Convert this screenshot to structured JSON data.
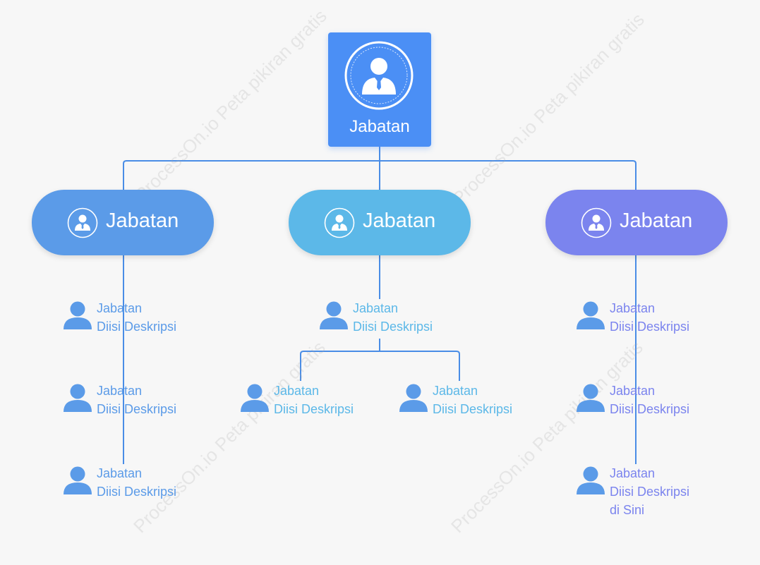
{
  "watermark": "ProcessOn.io Peta pikiran gratis",
  "colors": {
    "root": "#4b8ff5",
    "branch_left": "#5b9be8",
    "branch_center": "#5cb8e8",
    "branch_right": "#7b84ee",
    "connector": "#4a8de6",
    "leaf_icon": "#5b9be8",
    "text_left": "#5b9be8",
    "text_center": "#5cb8e8",
    "text_right": "#7b84ee"
  },
  "root": {
    "title": "Jabatan",
    "icon": "person-tie-icon"
  },
  "branches": [
    {
      "label": "Jabatan",
      "icon": "person-tie-icon"
    },
    {
      "label": "Jabatan",
      "icon": "person-tie-icon"
    },
    {
      "label": "Jabatan",
      "icon": "person-tie-icon"
    }
  ],
  "leaves": {
    "left": [
      {
        "title": "Jabatan",
        "desc": "Diisi Deskripsi"
      },
      {
        "title": "Jabatan",
        "desc": "Diisi Deskripsi"
      },
      {
        "title": "Jabatan",
        "desc": "Diisi Deskripsi"
      }
    ],
    "center": [
      {
        "title": "Jabatan",
        "desc": "Diisi Deskripsi"
      },
      {
        "title": "Jabatan",
        "desc": "Diisi Deskripsi"
      },
      {
        "title": "Jabatan",
        "desc": "Diisi Deskripsi"
      }
    ],
    "right": [
      {
        "title": "Jabatan",
        "desc": "Diisi Deskripsi"
      },
      {
        "title": "Jabatan",
        "desc": "Diisi Deskripsi"
      },
      {
        "title": "Jabatan",
        "desc": "Diisi Deskripsi",
        "desc2": "di Sini"
      }
    ]
  }
}
